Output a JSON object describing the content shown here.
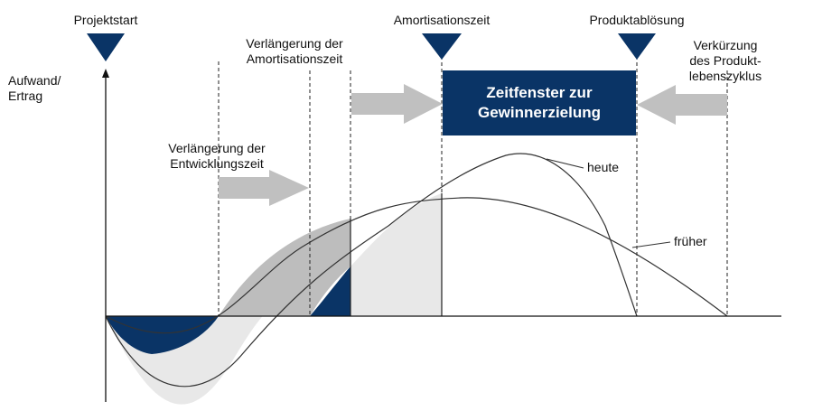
{
  "markers": {
    "projektstart": "Projektstart",
    "amortisationszeit": "Amortisationszeit",
    "produktabloesung": "Produktablösung"
  },
  "labels": {
    "y_axis": [
      "Aufwand/",
      "Ertrag"
    ],
    "verlaengerung_amortisation": [
      "Verlängerung der",
      "Amortisationszeit"
    ],
    "verlaengerung_entwicklung": [
      "Verlängerung der",
      "Entwicklungszeit"
    ],
    "verkuerzung": [
      "Verkürzung",
      "des Produkt-",
      "lebenszyklus"
    ],
    "heute": "heute",
    "frueher": "früher"
  },
  "box": {
    "line1": "Zeitfenster zur",
    "line2": "Gewinnerzielung"
  },
  "colors": {
    "navy": "#0a3466",
    "arrow_gray": "#c0c0c0",
    "shade_dark": "#bdbdbd",
    "shade_light": "#e8e8e8"
  }
}
